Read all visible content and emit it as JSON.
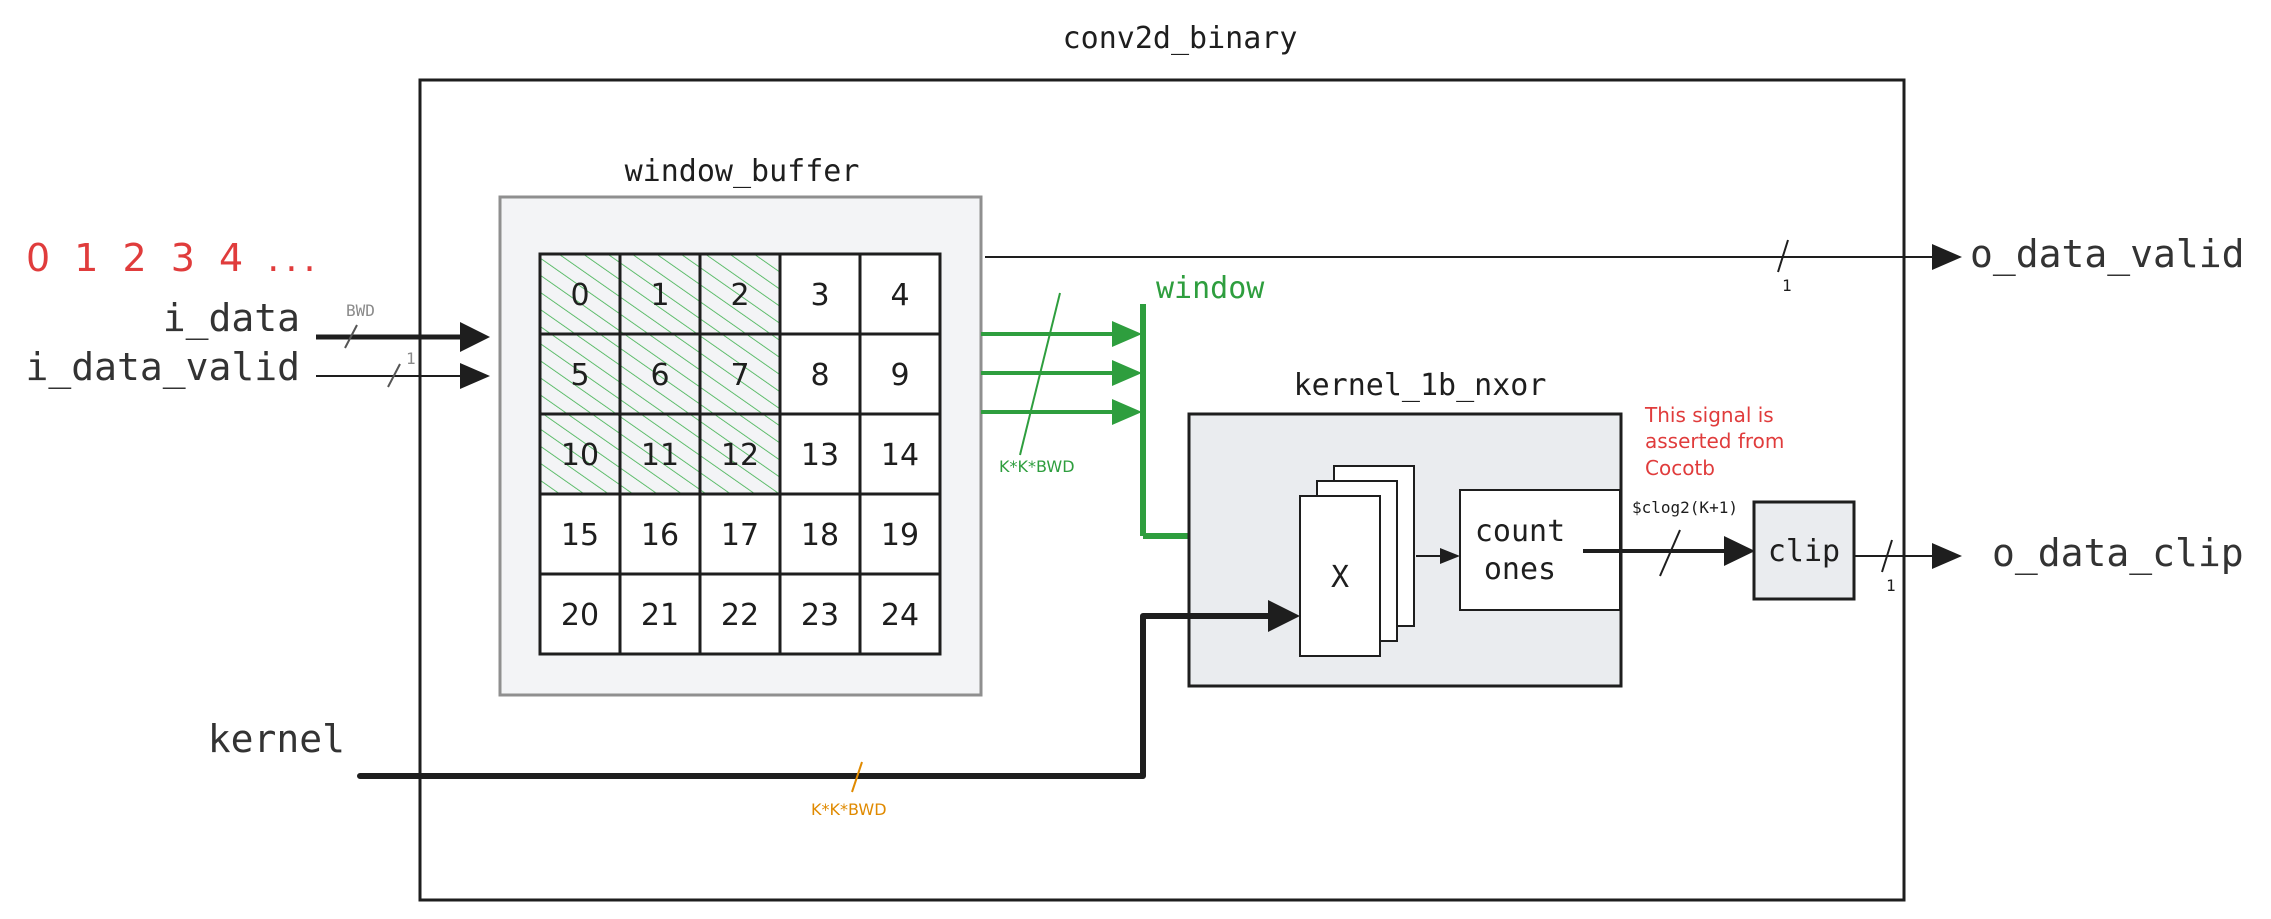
{
  "title": "conv2d_binary",
  "input_sequence": "0 1 2 3 4 ...",
  "ports": {
    "i_data": "i_data",
    "i_data_valid": "i_data_valid",
    "kernel": "kernel",
    "o_data_valid": "o_data_valid",
    "o_data_clip": "o_data_clip"
  },
  "widths": {
    "i_data": "BWD",
    "i_data_valid": "1",
    "window": "K*K*BWD",
    "kernel": "K*K*BWD",
    "o_data_valid": "1",
    "count": "$clog2(K+1)",
    "o_data_clip": "1"
  },
  "window_buffer": {
    "title": "window_buffer",
    "cells": [
      "0",
      "1",
      "2",
      "3",
      "4",
      "5",
      "6",
      "7",
      "8",
      "9",
      "10",
      "11",
      "12",
      "13",
      "14",
      "15",
      "16",
      "17",
      "18",
      "19",
      "20",
      "21",
      "22",
      "23",
      "24"
    ],
    "highlighted": [
      "0",
      "1",
      "2",
      "5",
      "6",
      "7",
      "10",
      "11",
      "12"
    ]
  },
  "window_label": "window",
  "kernel_block": {
    "title": "kernel_1b_nxor",
    "multiplier": "X",
    "count_line1": "count",
    "count_line2": "ones"
  },
  "clip_label": "clip",
  "note": {
    "line1": "This signal is",
    "line2": "asserted from",
    "line3": "Cocotb"
  },
  "colors": {
    "green": "#2e9e3e",
    "red": "#e03c3c",
    "orange": "#e08a00",
    "dark": "#1e1e1e",
    "block_fill": "#eaecef"
  }
}
